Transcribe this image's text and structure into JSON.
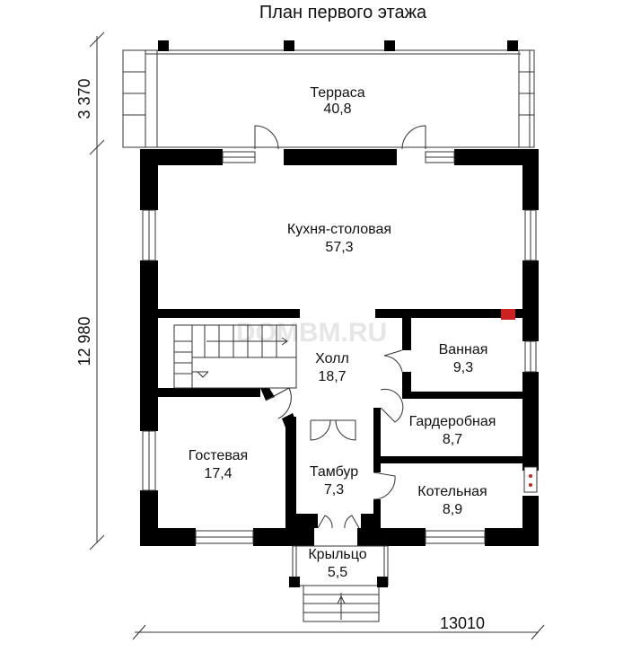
{
  "plan": {
    "title": "План первого этажа",
    "watermark": "DOMBM.RU"
  },
  "dimensions": {
    "terrace_depth": "3 370",
    "house_depth": "12 980",
    "width": "13010"
  },
  "rooms": {
    "terrace": {
      "name": "Терраса",
      "area": "40,8"
    },
    "kitchen": {
      "name": "Кухня-столовая",
      "area": "57,3"
    },
    "bathroom": {
      "name": "Ванная",
      "area": "9,3"
    },
    "hall": {
      "name": "Холл",
      "area": "18,7"
    },
    "wardrobe": {
      "name": "Гардеробная",
      "area": "8,7"
    },
    "guest": {
      "name": "Гостевая",
      "area": "17,4"
    },
    "vestibule": {
      "name": "Тамбур",
      "area": "7,3"
    },
    "boiler": {
      "name": "Котельная",
      "area": "8,9"
    },
    "porch": {
      "name": "Крыльцо",
      "area": "5,5"
    }
  },
  "colors": {
    "wall": "#000000",
    "accent": "#cc2222",
    "line": "#333333"
  }
}
